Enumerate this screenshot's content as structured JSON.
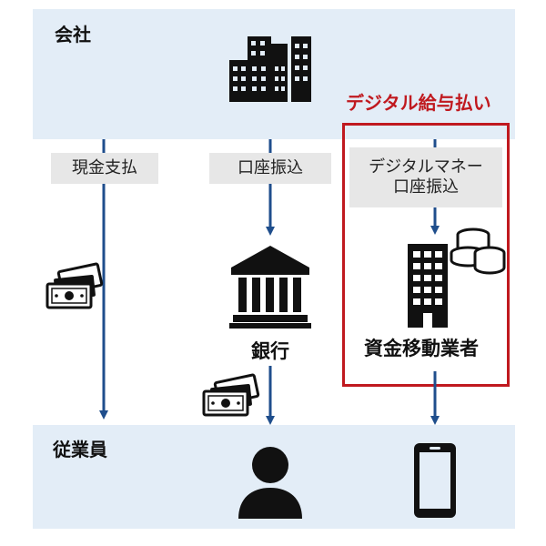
{
  "company": {
    "label": "会社"
  },
  "employee": {
    "label": "従業員"
  },
  "digital_pay": {
    "title": "デジタル給与払い"
  },
  "flows": {
    "cash": "現金支払",
    "bank_transfer": "口座振込",
    "digital_line1": "デジタルマネー",
    "digital_line2": "口座振込"
  },
  "bank": {
    "label": "銀行"
  },
  "fund_transfer_provider": {
    "label": "資金移動業者"
  },
  "colors": {
    "band": "#e3edf7",
    "arrow": "#1f4e8c",
    "accent_red": "#c0191f",
    "label_box": "#e7e7e7"
  },
  "icons": [
    "office-buildings-icon",
    "cash-icon",
    "bank-icon",
    "building-icon",
    "coin-stack-icon",
    "person-icon",
    "smartphone-icon"
  ]
}
